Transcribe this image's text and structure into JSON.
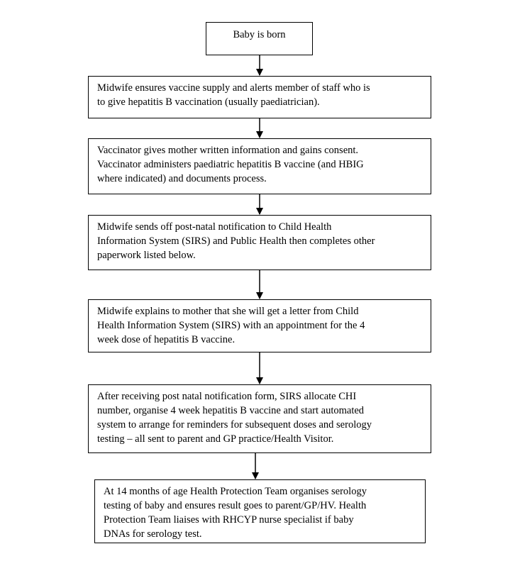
{
  "flowchart": {
    "steps": [
      {
        "lines": [
          "Baby is born"
        ]
      },
      {
        "lines": [
          "Midwife ensures vaccine supply and alerts member of staff who is",
          "to give hepatitis B vaccination (usually paediatrician)."
        ]
      },
      {
        "lines": [
          "Vaccinator gives mother written information and gains consent.",
          "Vaccinator administers paediatric hepatitis B vaccine (and HBIG",
          "where indicated) and documents process."
        ]
      },
      {
        "lines": [
          "Midwife sends off post-natal notification to Child Health",
          "Information System (SIRS) and Public Health then completes other",
          "paperwork listed below."
        ]
      },
      {
        "lines": [
          "Midwife explains to mother that she will get a letter from Child",
          "Health Information System (SIRS) with an appointment for the 4",
          "week dose of hepatitis B vaccine."
        ]
      },
      {
        "lines": [
          "After receiving post natal notification form, SIRS allocate CHI",
          "number, organise 4 week hepatitis B vaccine and start automated",
          "system to arrange for reminders for subsequent doses and serology",
          "testing – all sent to parent and GP practice/Health Visitor."
        ]
      },
      {
        "lines": [
          "At 14 months of age Health Protection Team organises serology",
          "testing of baby and ensures result goes to parent/GP/HV. Health",
          "Protection Team liaises with RHCYP nurse specialist if baby",
          "DNAs for serology test."
        ]
      }
    ]
  }
}
